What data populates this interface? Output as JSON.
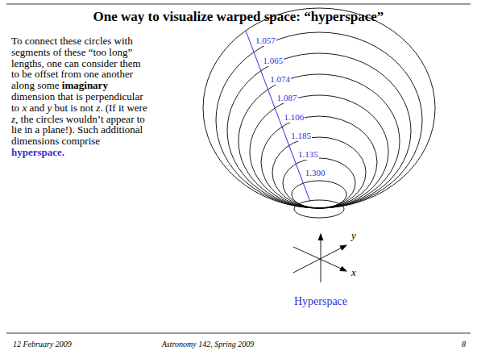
{
  "diagram": {
    "title": "One way to visualize warped space: “hyperspace”",
    "labels": [
      "To connect these circles with segments of these “too long” lengths, one can consider them to be offset from one another along some",
      "imaginary",
      "dimension that is perpendicular to",
      "x",
      "and",
      "y",
      "but is not",
      "z",
      ". (If it were",
      "z",
      ", the circles wouldn’t appear to lie in a plane!). Such additional dimensions comprise",
      "hyperspace.",
      "1.057",
      "1.065",
      "1.074",
      "1.087",
      "1.106",
      "1.185",
      "1.135",
      "1.300",
      "y",
      "x",
      "Hyperspace",
      "12 February 2009",
      "Astronomy 142, Spring 2009",
      "8"
    ]
  }
}
